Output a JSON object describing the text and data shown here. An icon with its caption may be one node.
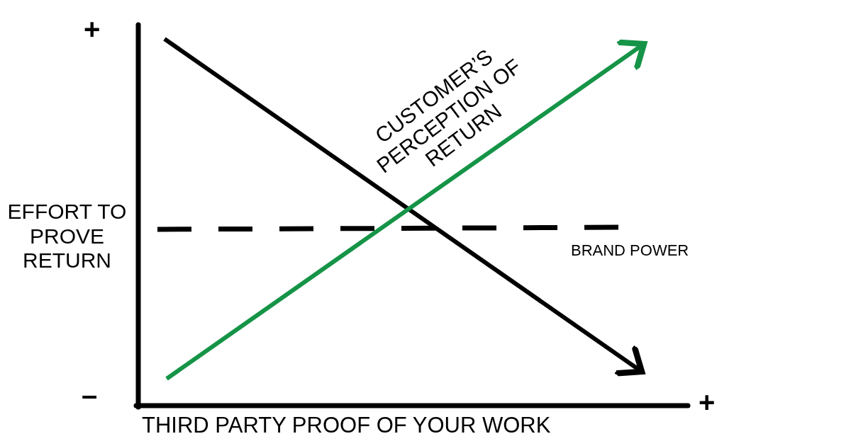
{
  "diagram": {
    "labels": [
      "+",
      "CUSTOMER’S PERCEPTION OF RETURN",
      "EFFORT TO PROVE RETURN",
      "BRAND POWER",
      "–",
      "+",
      "THIRD PARTY PROOF OF YOUR WORK"
    ]
  }
}
